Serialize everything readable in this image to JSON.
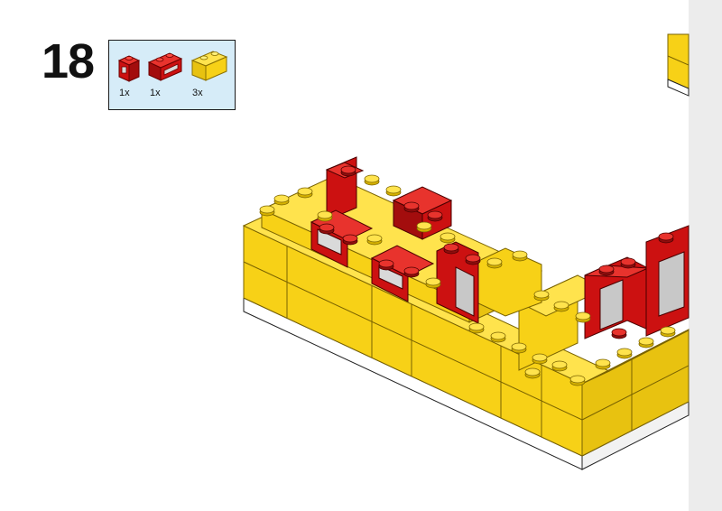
{
  "step": {
    "number": "18"
  },
  "parts_list": [
    {
      "part": "red-1x1-window-brick",
      "color": "#cc1111",
      "quantity": "1x"
    },
    {
      "part": "red-1x2-window-brick",
      "color": "#cc1111",
      "quantity": "1x"
    },
    {
      "part": "yellow-1x2-brick",
      "color": "#f7d117",
      "quantity": "3x"
    }
  ],
  "colors": {
    "yellow": "#f7d117",
    "red": "#cc1111",
    "window_gray": "#c8c8c8",
    "callout_background": "#d6ecf8"
  }
}
